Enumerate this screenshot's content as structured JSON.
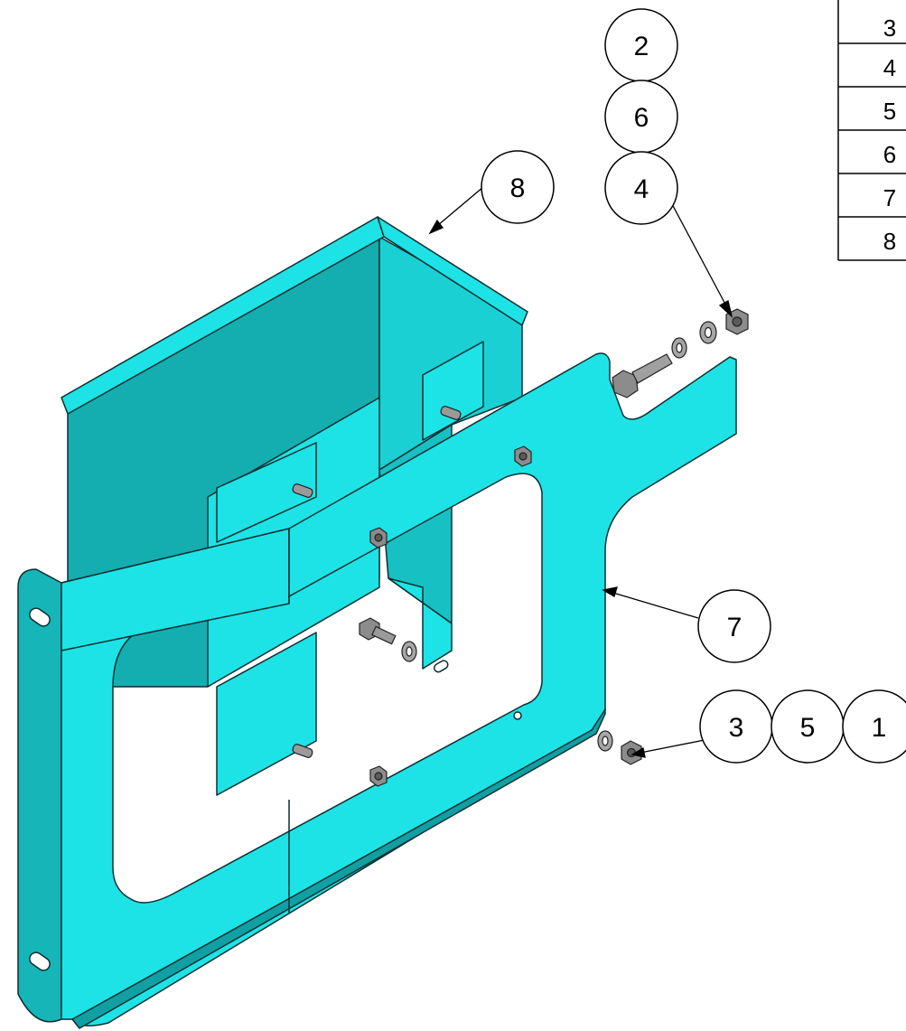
{
  "drawing": {
    "colors": {
      "sheet_metal": "#1de3e6",
      "sheet_metal_dark": "#16b5b8",
      "sheet_metal_shadow": "#10a0a3",
      "edge": "#0b2f30",
      "hardware": "#8c8c8c",
      "leader": "#000000"
    },
    "balloons": [
      {
        "id": "balloon-2-top",
        "label": "2"
      },
      {
        "id": "balloon-6-top",
        "label": "6"
      },
      {
        "id": "balloon-4-top",
        "label": "4"
      },
      {
        "id": "balloon-8",
        "label": "8"
      },
      {
        "id": "balloon-7",
        "label": "7"
      },
      {
        "id": "balloon-3-bottom",
        "label": "3"
      },
      {
        "id": "balloon-5-bottom",
        "label": "5"
      },
      {
        "id": "balloon-1-bottom",
        "label": "1"
      }
    ],
    "bom_table": {
      "item_numbers": [
        "3",
        "4",
        "5",
        "6",
        "7",
        "8"
      ]
    }
  }
}
